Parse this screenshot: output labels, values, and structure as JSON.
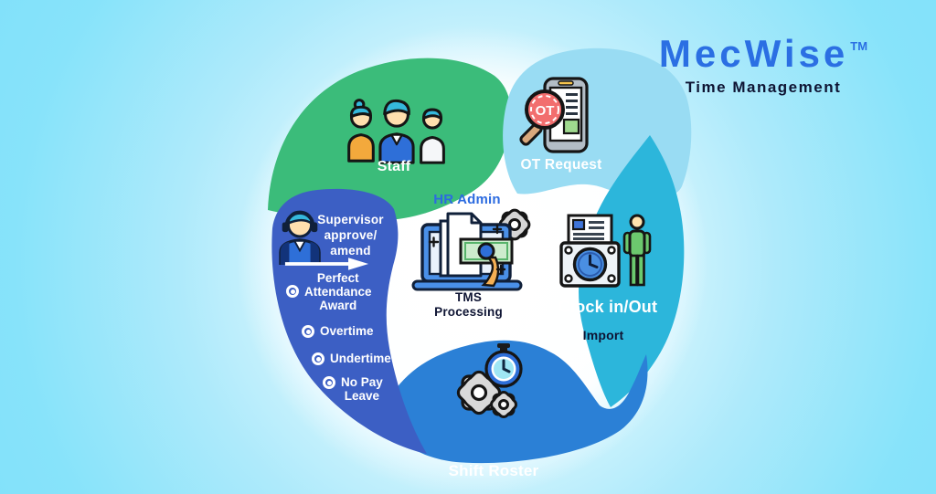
{
  "logo": {
    "brand": "MecWise",
    "trademark": "TM",
    "subtitle": "Time Management",
    "brand_color": "#2b6fe3",
    "subtitle_color": "#0e1433"
  },
  "center": {
    "title": "HR Admin",
    "title_color": "#2c6be0",
    "caption_line1": "TMS",
    "caption_line2": "Processing",
    "icon": "laptop-payroll-gear-icon"
  },
  "petals": {
    "staff": {
      "label": "Staff",
      "color": "#3bbc7a",
      "icon": "three-people-icon"
    },
    "ot_request": {
      "label": "OT Request",
      "color": "#99dcf3",
      "icon": "magnifier-ot-phone-icon",
      "badge": "OT",
      "badge_color": "#f26e6e"
    },
    "clock_in_out": {
      "label": "Clock in/Out",
      "sublabel": "Import",
      "color": "#2cb6db",
      "icon": "punch-clock-person-icon"
    },
    "shift_roster": {
      "label": "Shift Roster",
      "color": "#2b80d6",
      "icon": "gears-stopwatch-icon"
    },
    "supervisor": {
      "color": "#3c5fc4",
      "icon": "headset-person-icon",
      "heading_lines": [
        "Supervisor",
        "approve/",
        "amend"
      ],
      "arrow": "right-arrow-icon",
      "items": [
        {
          "bullet": "radio-bullet-icon",
          "lines": [
            "Perfect",
            "Attendance",
            "Award"
          ]
        },
        {
          "bullet": "radio-bullet-icon",
          "lines": [
            "Overtime"
          ]
        },
        {
          "bullet": "radio-bullet-icon",
          "lines": [
            "Undertime"
          ]
        },
        {
          "bullet": "radio-bullet-icon",
          "lines": [
            "No Pay",
            "Leave"
          ]
        }
      ]
    }
  },
  "background": {
    "edge_color": "#85e2fa",
    "halo_color": "#ffffff"
  }
}
